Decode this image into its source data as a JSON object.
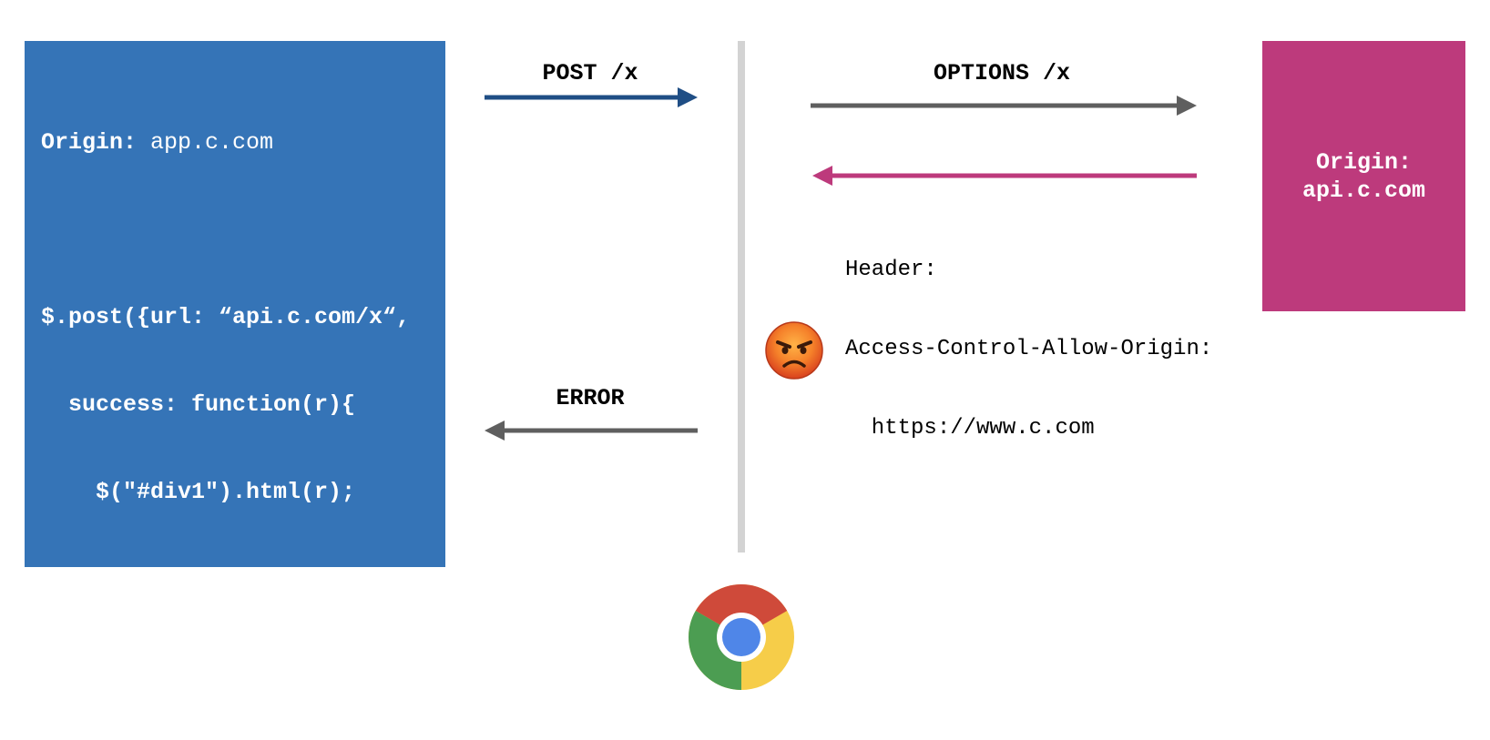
{
  "client": {
    "origin_label": "Origin:",
    "origin_value": " app.c.com",
    "code_lines": [
      "",
      "$.post({url: “api.c.com/x“,",
      "  success: function(r){",
      "    $(\"#div1\").html(r);",
      "  }",
      "});"
    ],
    "color": "#3574b7"
  },
  "server": {
    "origin_label": "Origin:",
    "origin_value": "api.c.com",
    "color": "#bd3a7c"
  },
  "arrows": {
    "post_label": "POST /x",
    "options_label": "OPTIONS /x",
    "error_label": "ERROR",
    "post_color": "#1f4e85",
    "options_color": "#5f5f5f",
    "response_color": "#bd3a7c",
    "error_color": "#5f5f5f"
  },
  "response_header": {
    "lines": [
      "Header:",
      "Access-Control-Allow-Origin:",
      "  https://www.c.com"
    ]
  },
  "icons": {
    "angry": "angry-face-icon",
    "browser": "chrome-icon"
  }
}
